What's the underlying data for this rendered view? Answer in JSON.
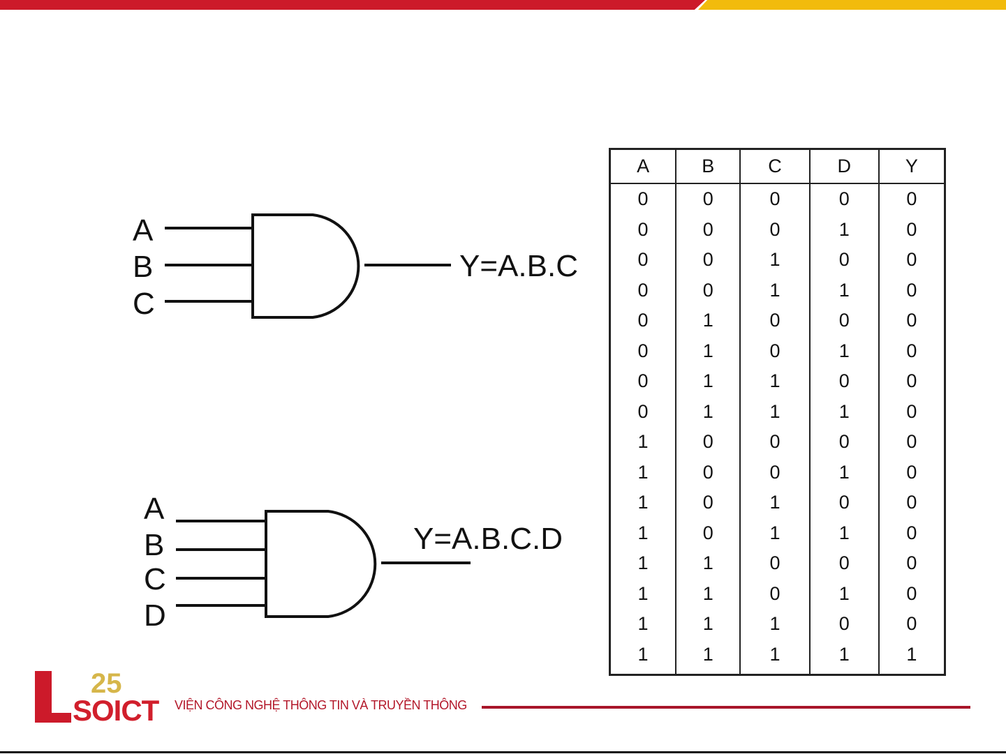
{
  "gate1": {
    "inputs": [
      "A",
      "B",
      "C"
    ],
    "output": "Y=A.B.C"
  },
  "gate2": {
    "inputs": [
      "A",
      "B",
      "C",
      "D"
    ],
    "output": "Y=A.B.C.D"
  },
  "truth_table": {
    "headers": [
      "A",
      "B",
      "C",
      "D",
      "Y"
    ],
    "rows": [
      [
        "0",
        "0",
        "0",
        "0",
        "0"
      ],
      [
        "0",
        "0",
        "0",
        "1",
        "0"
      ],
      [
        "0",
        "0",
        "1",
        "0",
        "0"
      ],
      [
        "0",
        "0",
        "1",
        "1",
        "0"
      ],
      [
        "0",
        "1",
        "0",
        "0",
        "0"
      ],
      [
        "0",
        "1",
        "0",
        "1",
        "0"
      ],
      [
        "0",
        "1",
        "1",
        "0",
        "0"
      ],
      [
        "0",
        "1",
        "1",
        "1",
        "0"
      ],
      [
        "1",
        "0",
        "0",
        "0",
        "0"
      ],
      [
        "1",
        "0",
        "0",
        "1",
        "0"
      ],
      [
        "1",
        "0",
        "1",
        "0",
        "0"
      ],
      [
        "1",
        "0",
        "1",
        "1",
        "0"
      ],
      [
        "1",
        "1",
        "0",
        "0",
        "0"
      ],
      [
        "1",
        "1",
        "0",
        "1",
        "0"
      ],
      [
        "1",
        "1",
        "1",
        "0",
        "0"
      ],
      [
        "1",
        "1",
        "1",
        "1",
        "1"
      ]
    ]
  },
  "footer": {
    "logo_text": "SOICT",
    "anniversary": "25",
    "institute": "VIỆN CÔNG NGHỆ THÔNG TIN VÀ TRUYỀN THÔNG"
  },
  "colors": {
    "red": "#cc1a2a",
    "yellow": "#f2bb0c"
  }
}
